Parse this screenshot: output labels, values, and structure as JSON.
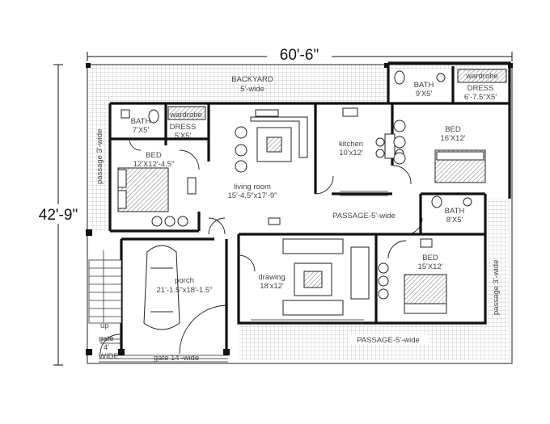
{
  "dimensions": {
    "width": "60'-6\"",
    "depth": "42'-9\""
  },
  "rooms": {
    "backyard": {
      "name": "BACKYARD",
      "size": "5'-wide"
    },
    "bath_top_left": {
      "name": "BATH",
      "size": "7'X5'"
    },
    "wardrobe_left": {
      "name": "wardrobe"
    },
    "dress_left": {
      "name": "DRESS",
      "size": "5'X5'"
    },
    "bed_left": {
      "name": "BED",
      "size": "12'X12'-4.5\""
    },
    "living": {
      "name": "living room",
      "size": "15'-4.5\"x17'-9\""
    },
    "kitchen": {
      "name": "kitchen",
      "size": "10'x12'"
    },
    "bath_top_right": {
      "name": "BATH",
      "size": "9'X5'"
    },
    "wardrobe_right": {
      "name": "wardrobe"
    },
    "dress_right": {
      "name": "DRESS",
      "size": "6'-7.5\"X5'"
    },
    "bed_right_top": {
      "name": "BED",
      "size": "16'X12'"
    },
    "bath_mid_right": {
      "name": "BATH",
      "size": "8'X5'"
    },
    "bed_right_bottom": {
      "name": "BED",
      "size": "15'X12'"
    },
    "drawing": {
      "name": "drawing",
      "size": "18'x12'"
    },
    "porch": {
      "name": "porch",
      "size": "21'-1.5\"x18'-1.5\""
    }
  },
  "passages": {
    "middle": "PASSAGE-5'-wide",
    "bottom": "PASSAGE-5'-wide",
    "left": "passage 3'-wide",
    "right": "passage 3'-wide"
  },
  "gates": {
    "small_word": "gate",
    "small_size": "4'",
    "small_wide": "WIDE",
    "main": "gate 14'-wide",
    "stairs": "up"
  }
}
